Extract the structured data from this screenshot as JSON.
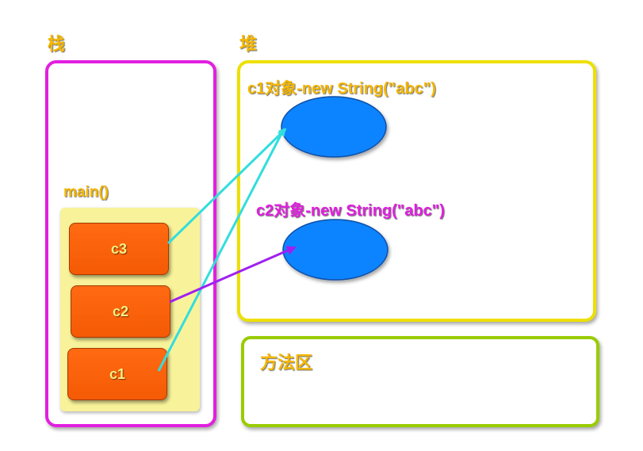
{
  "stack": {
    "title": "栈"
  },
  "heap": {
    "title": "堆"
  },
  "method_area": {
    "title": "方法区"
  },
  "main_frame": {
    "label": "main()",
    "variables": [
      {
        "id": "c3",
        "label": "c3"
      },
      {
        "id": "c2",
        "label": "c2"
      },
      {
        "id": "c1",
        "label": "c1"
      }
    ]
  },
  "heap_objects": [
    {
      "id": "obj1",
      "label": "c1对象-new String(\"abc\")",
      "label_color": "#f5b700"
    },
    {
      "id": "obj2",
      "label": "c2对象-new String(\"abc\")",
      "label_color": "#e21fe0"
    }
  ],
  "references": [
    {
      "from": "c3",
      "to": "obj1",
      "color": "#33dddd"
    },
    {
      "from": "c1",
      "to": "obj1",
      "color": "#33dddd"
    },
    {
      "from": "c2",
      "to": "obj2",
      "color": "#a020f0"
    }
  ],
  "colors": {
    "stack_border": "#e21fe0",
    "heap_border": "#ede000",
    "method_border": "#99cc00",
    "title_color": "#f5b700",
    "frame_fill": "#f8f39a",
    "variable_fill": "#ff6a12",
    "object_fill": "#0a84ff"
  }
}
